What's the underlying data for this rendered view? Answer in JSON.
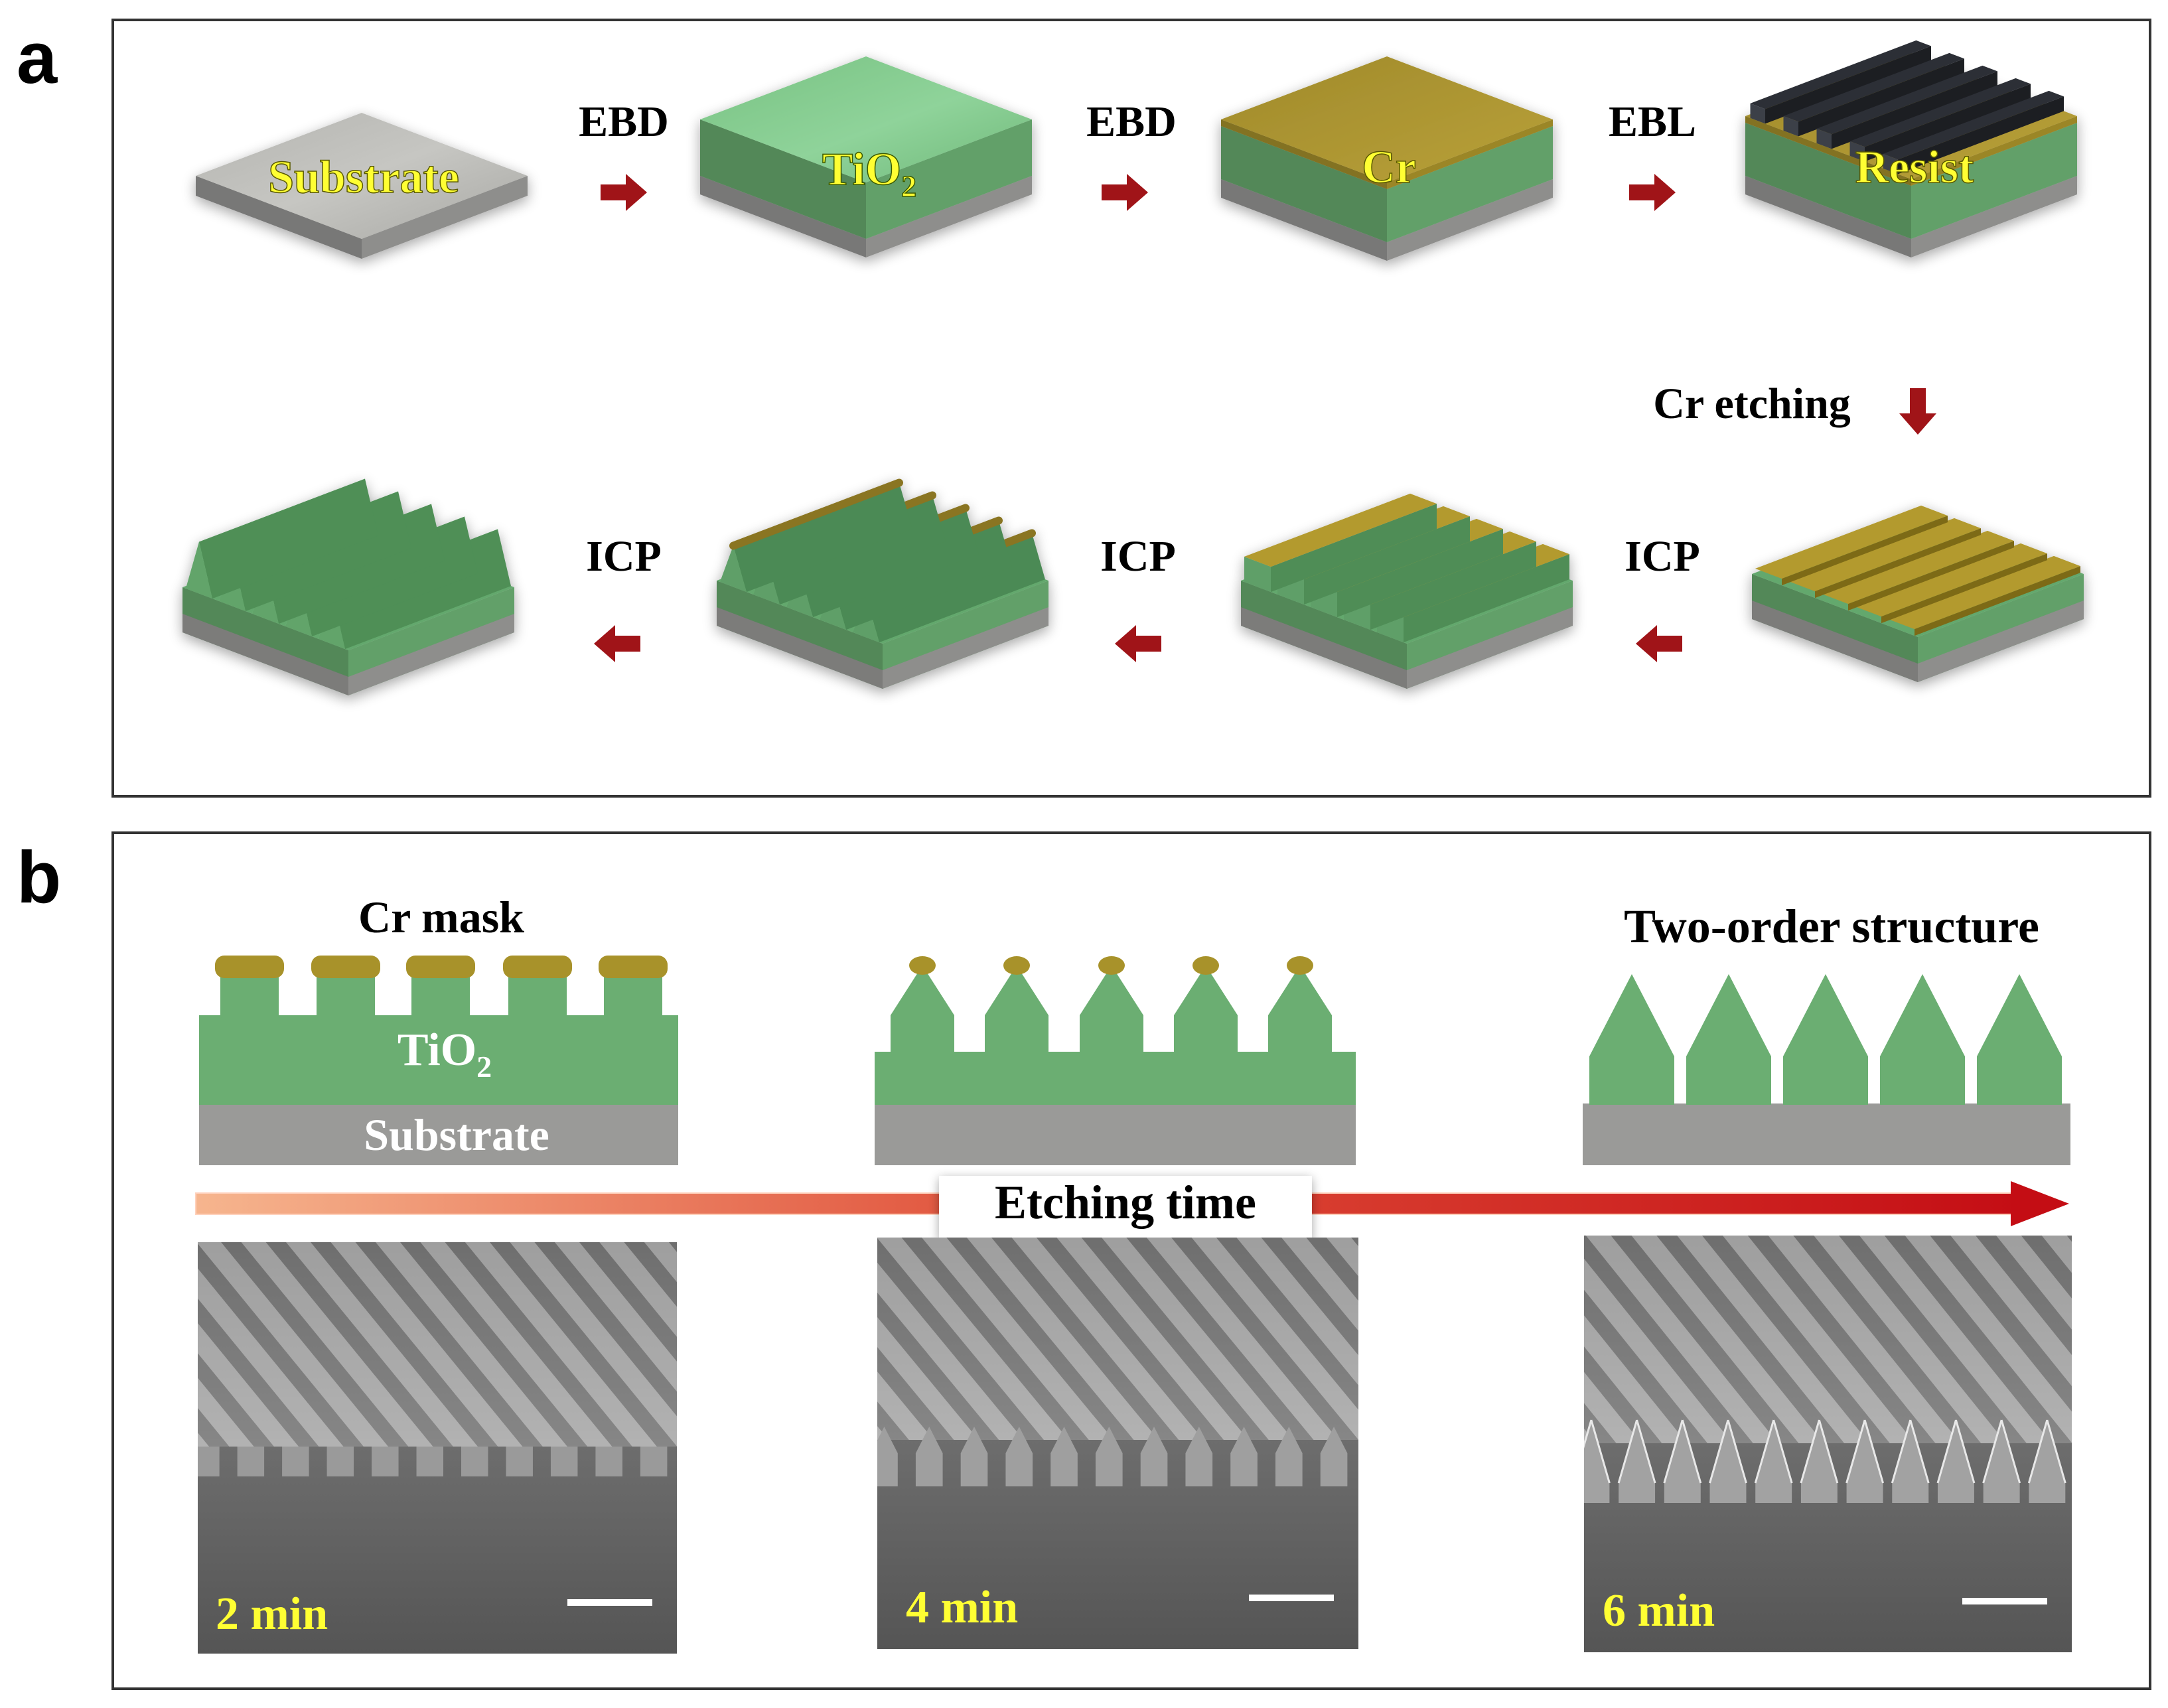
{
  "panels": {
    "a": {
      "label": "a",
      "top_row": {
        "blocks": [
          {
            "label": "Substrate"
          },
          {
            "label": "TiO",
            "sub": "2"
          },
          {
            "label": "Cr"
          },
          {
            "label": "Resist"
          }
        ],
        "steps": [
          "EBD",
          "EBD",
          "EBL"
        ]
      },
      "turn_step": "Cr etching",
      "bottom_row": {
        "steps": [
          "ICP",
          "ICP",
          "ICP"
        ]
      }
    },
    "b": {
      "label": "b",
      "cr_mask_label": "Cr mask",
      "tio2_label": "TiO",
      "tio2_sub": "2",
      "substrate_label": "Substrate",
      "two_order_label": "Two-order structure",
      "etching_time_label": "Etching time",
      "sem_images": [
        {
          "time": "2 min"
        },
        {
          "time": "4 min"
        },
        {
          "time": "6 min"
        }
      ]
    }
  },
  "colors": {
    "tio2_green": "#6bae72",
    "chromium_gold": "#a8922a",
    "label_yellow": "#ffff33",
    "substrate_gray": "#9a9a98",
    "arrow_red": "#a01418",
    "resist_dark": "#2c2f36"
  }
}
